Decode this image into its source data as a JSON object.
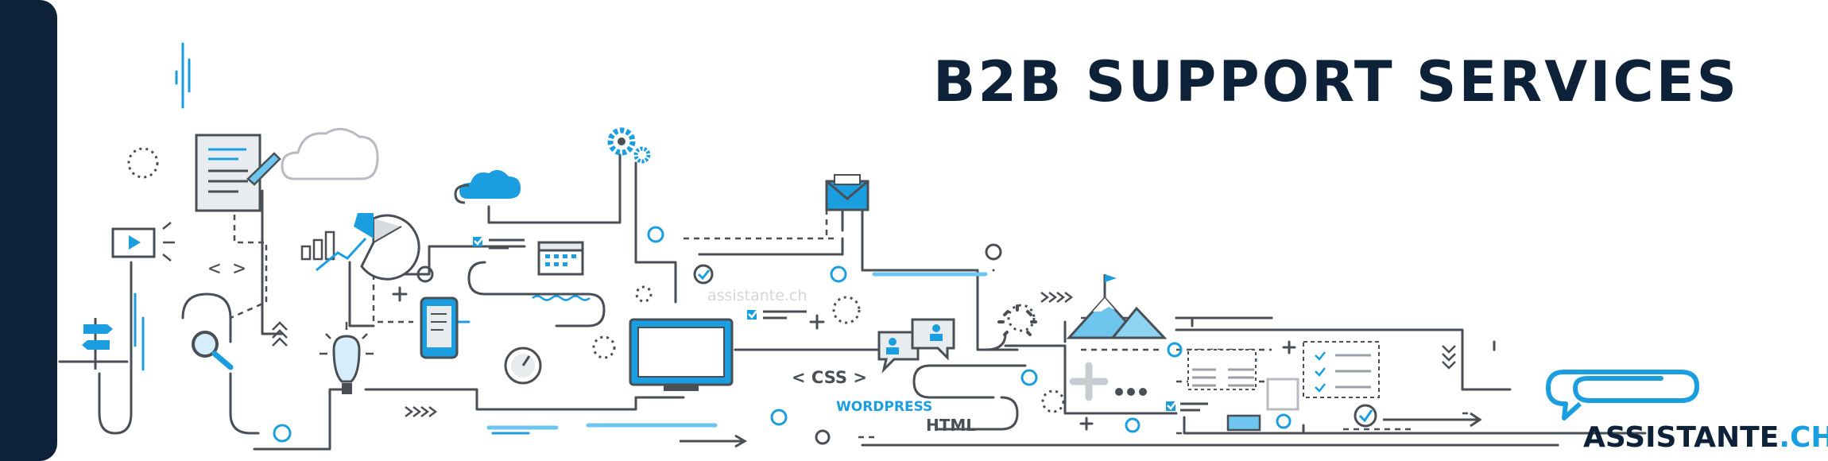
{
  "banner": {
    "title": "B2B SUPPORT SERVICES"
  },
  "illustration": {
    "watermark": "assistante.ch",
    "code_tag_html": "< >",
    "code_tag_css": "< CSS >",
    "wordpress_label": "WORDPRESS",
    "html_label": "HTML"
  },
  "logo": {
    "name_main": "ASSISTANTE",
    "name_suffix": ".CH"
  },
  "colors": {
    "navy": "#0d2138",
    "blue": "#1b9ee0",
    "light_blue": "#6ec6ef",
    "gray": "#5a5f66"
  }
}
